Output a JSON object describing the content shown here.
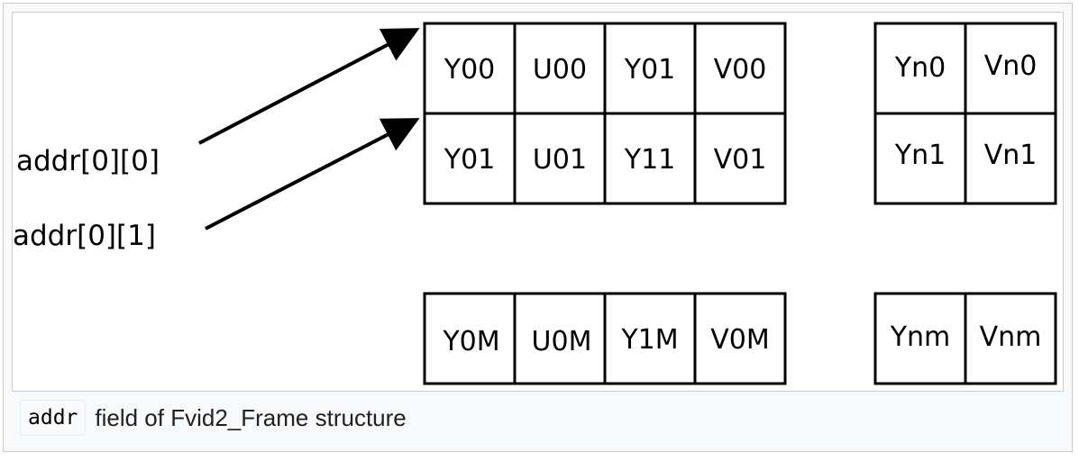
{
  "diagram": {
    "pointer_labels": [
      "addr[0][0]",
      "addr[0][1]"
    ],
    "grids": [
      {
        "name": "top-left",
        "rows": [
          [
            "Y00",
            "U00",
            "Y01",
            "V00"
          ],
          [
            "Y01",
            "U01",
            "Y11",
            "V01"
          ]
        ]
      },
      {
        "name": "top-right",
        "rows": [
          [
            "Yn0",
            "Vn0"
          ],
          [
            "Yn1",
            "Vn1"
          ]
        ]
      },
      {
        "name": "bottom-left",
        "rows": [
          [
            "Y0M",
            "U0M",
            "Y1M",
            "V0M"
          ]
        ]
      },
      {
        "name": "bottom-right",
        "rows": [
          [
            "Ynm",
            "Vnm"
          ]
        ]
      }
    ]
  },
  "caption": {
    "code": "addr",
    "text": "field of Fvid2_Frame structure"
  },
  "colors": {
    "frame_background": "#f8f9fa",
    "frame_border": "#c8ccd1",
    "line": "#000000"
  }
}
